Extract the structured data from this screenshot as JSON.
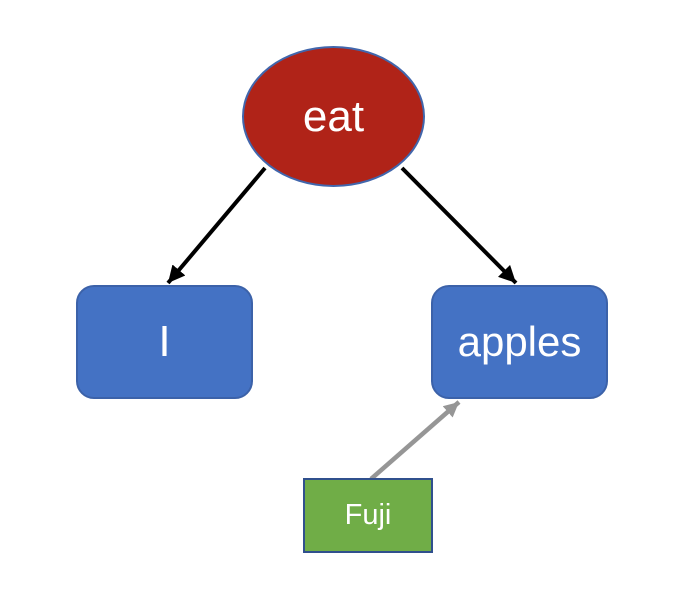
{
  "diagram": {
    "type": "dependency-tree",
    "background_color": "#ffffff",
    "nodes": {
      "eat": {
        "label": "eat",
        "shape": "ellipse",
        "fill": "#b02318",
        "border_color": "#4166ac",
        "text_color": "#ffffff"
      },
      "i": {
        "label": "I",
        "shape": "rounded-rectangle",
        "fill": "#4472c4",
        "border_color": "#3c62a9",
        "text_color": "#ffffff"
      },
      "apples": {
        "label": "apples",
        "shape": "rounded-rectangle",
        "fill": "#4472c4",
        "border_color": "#3c62a9",
        "text_color": "#ffffff"
      },
      "fuji": {
        "label": "Fuji",
        "shape": "rectangle",
        "fill": "#70ad47",
        "border_color": "#30508d",
        "text_color": "#ffffff"
      }
    },
    "edges": [
      {
        "from": "eat",
        "to": "I",
        "color": "#000000",
        "style": "solid",
        "arrowhead": "filled-triangle"
      },
      {
        "from": "eat",
        "to": "apples",
        "color": "#000000",
        "style": "solid",
        "arrowhead": "filled-triangle"
      },
      {
        "from": "Fuji",
        "to": "apples",
        "color": "#969696",
        "style": "solid",
        "arrowhead": "filled-triangle"
      }
    ]
  }
}
